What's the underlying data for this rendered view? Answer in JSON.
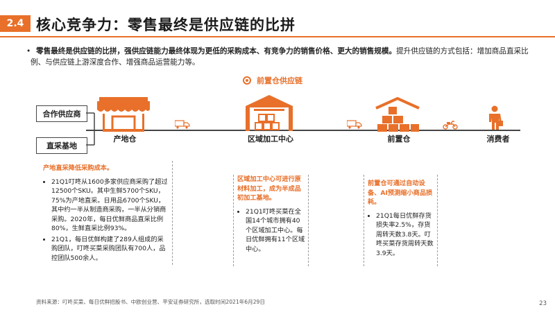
{
  "header": {
    "section_number": "2.4",
    "title": "核心竞争力：零售最终是供应链的比拼"
  },
  "intro": {
    "bold_text": "零售最终是供应链的比拼，强供应链能力最终体现为更低的采购成本、有竞争力的销售价格、更大的销售规模。",
    "normal_text": "提升供应链的方式包括：增加商品直采比例、与供应链上游深度合作、增强商品运营能力等。"
  },
  "chain": {
    "title": "前置仓供应链",
    "sources": [
      "合作供应商",
      "直采基地"
    ],
    "nodes": {
      "origin": "产地仓",
      "processing": "区域加工中心",
      "front": "前置仓",
      "consumer": "消费者"
    }
  },
  "notes": {
    "origin": {
      "headline": "产地直采降低采购成本。",
      "items": [
        "21Q1叮咚从1600多家供应商采购了超过12500个SKU。其中生鲜5700个SKU，75%为产地直采。日用品6700个SKU，其中约一半从制造商采购，一半从分销商采购。2020年，每日优鲜商品直采比例80%，生鲜直采比例93%。",
        "21Q1，每日优鲜构建了289人组成的采购团队，叮咚买菜采购团队有700人，品控团队500余人。"
      ]
    },
    "processing": {
      "headline": "区域加工中心可进行原材料加工，成为半成品初加工基地。",
      "items": [
        "21Q1叮咚买菜在全国14个城市拥有40个区域加工中心。每日优鲜拥有11个区域中心。"
      ]
    },
    "front": {
      "headline": "前置仓可通过自动设备、AI预测缩小商品损耗。",
      "items": [
        "21Q1每日优鲜存货损失率2.5%，存货周转天数3.8天。叮咚买菜存货周转天数3.9天。"
      ]
    }
  },
  "footer": {
    "source": "资料来源：叮咚买菜、每日优鲜招股书、中欧创业营、平安证券研究所，选取时间2021年6月29日",
    "page": "23"
  },
  "colors": {
    "accent": "#E8702A"
  }
}
